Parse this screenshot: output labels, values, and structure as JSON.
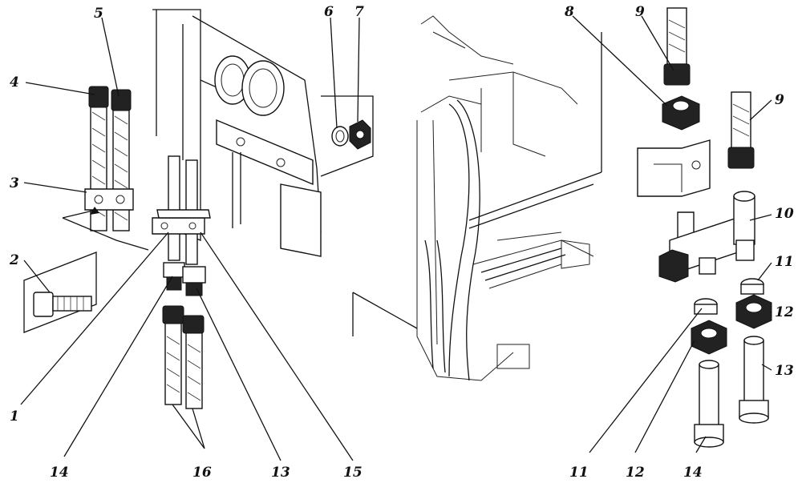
{
  "labels": {
    "l1": "1",
    "l2": "2",
    "l3": "3",
    "l4": "4",
    "l5": "5",
    "l6": "6",
    "l7": "7",
    "l8": "8",
    "l9a": "9",
    "l9b": "9",
    "l10": "10",
    "l11a": "11",
    "l11b": "11",
    "l12a": "12",
    "l12b": "12",
    "l13a": "13",
    "l13b": "13",
    "l14a": "14",
    "l14b": "14",
    "l15": "15",
    "l16": "16"
  }
}
